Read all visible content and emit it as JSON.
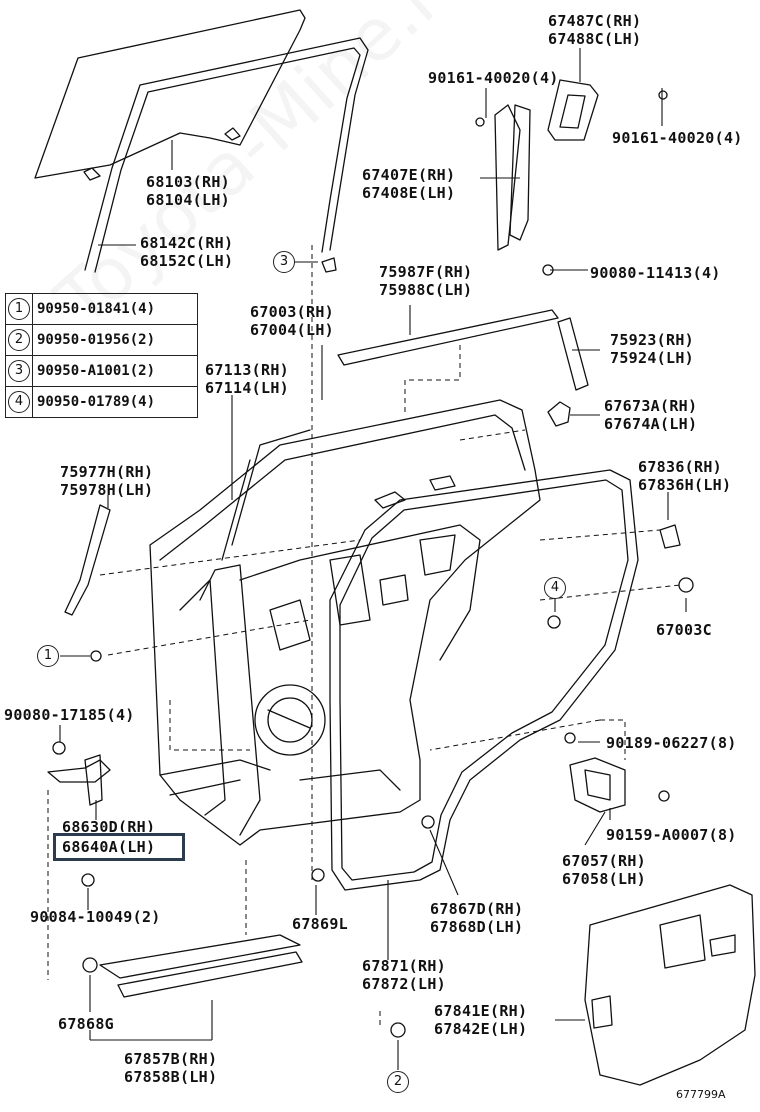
{
  "legend": [
    {
      "num": "1",
      "part": "90950-01841(4)"
    },
    {
      "num": "2",
      "part": "90950-01956(2)"
    },
    {
      "num": "3",
      "part": "90950-A1001(2)"
    },
    {
      "num": "4",
      "part": "90950-01789(4)"
    }
  ],
  "labels": {
    "l67487": [
      "67487C(RH)",
      "67488C(LH)"
    ],
    "l90161a": [
      "90161-40020(4)"
    ],
    "l90161b": [
      "90161-40020(4)"
    ],
    "l68103": [
      "68103(RH)",
      "68104(LH)"
    ],
    "l67407": [
      "67407E(RH)",
      "67408E(LH)"
    ],
    "l68142": [
      "68142C(RH)",
      "68152C(LH)"
    ],
    "l90080a": [
      "90080-11413(4)"
    ],
    "l75987": [
      "75987F(RH)",
      "75988C(LH)"
    ],
    "l67003": [
      "67003(RH)",
      "67004(LH)"
    ],
    "l67113": [
      "67113(RH)",
      "67114(LH)"
    ],
    "l75923": [
      "75923(RH)",
      "75924(LH)"
    ],
    "l67673": [
      "67673A(RH)",
      "67674A(LH)"
    ],
    "l75977": [
      "75977H(RH)",
      "75978H(LH)"
    ],
    "l67836": [
      "67836(RH)",
      "67836H(LH)"
    ],
    "l67003c": [
      "67003C"
    ],
    "l90080b": [
      "90080-17185(4)"
    ],
    "l90189": [
      "90189-06227(8)"
    ],
    "l68630": [
      "68630D(RH)"
    ],
    "l68640": [
      "68640A(LH)"
    ],
    "l90159": [
      "90159-A0007(8)"
    ],
    "l67057": [
      "67057(RH)",
      "67058(LH)"
    ],
    "l90084": [
      "90084-10049(2)"
    ],
    "l67869": [
      "67869L"
    ],
    "l67867": [
      "67867D(RH)",
      "67868D(LH)"
    ],
    "l67871": [
      "67871(RH)",
      "67872(LH)"
    ],
    "l67868g": [
      "67868G"
    ],
    "l67841": [
      "67841E(RH)",
      "67842E(LH)"
    ],
    "l67857": [
      "67857B(RH)",
      "67858B(LH)"
    ]
  },
  "callouts": {
    "c3": "3",
    "c4": "4",
    "c1": "1",
    "c2": "2"
  },
  "figure_code": "677799A",
  "watermark": "Toyota-Mine.ru"
}
